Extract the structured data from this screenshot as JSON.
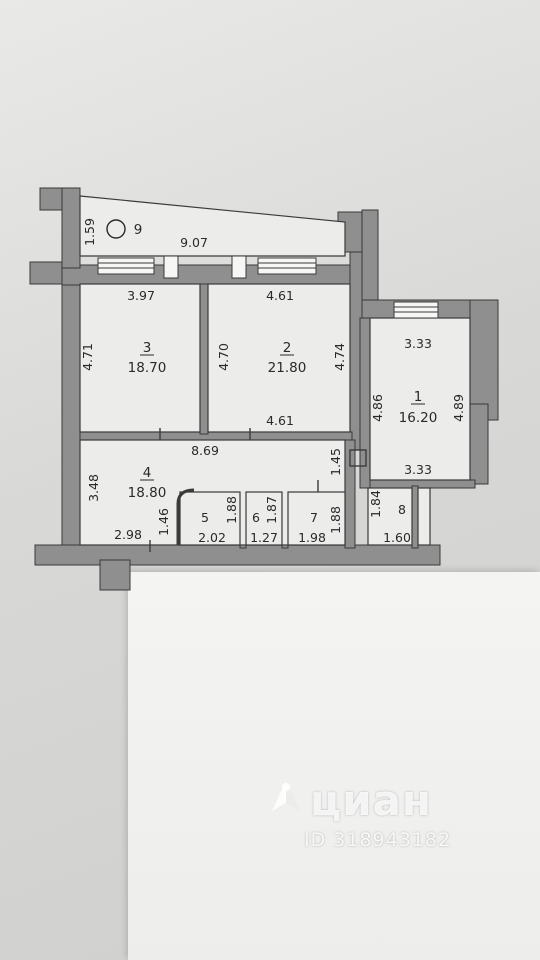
{
  "rooms": [
    {
      "num": "1",
      "area": "16.20"
    },
    {
      "num": "2",
      "area": "21.80"
    },
    {
      "num": "3",
      "area": "18.70"
    },
    {
      "num": "4",
      "area": "18.80"
    },
    {
      "num": "5",
      "area": "2.02"
    },
    {
      "num": "6",
      "area": "1.27"
    },
    {
      "num": "7",
      "area": "1.98"
    },
    {
      "num": "8",
      "area": "1.60"
    },
    {
      "num": "9",
      "area": ""
    }
  ],
  "dimensions": {
    "balcony_depth": "1.59",
    "balcony_length": "9.07",
    "r3_width": "3.97",
    "r3_height": "4.71",
    "r2_width_top": "4.61",
    "r2_width_bottom": "4.61",
    "r2_height_left": "4.70",
    "r2_height_right": "4.74",
    "r1_width_top": "3.33",
    "r1_width_bottom": "3.33",
    "r1_height_left": "4.86",
    "r1_height_right": "4.89",
    "hall_length": "8.69",
    "hall_height": "3.48",
    "hall_width_bottom": "2.98",
    "hall_gap": "1.46",
    "corridor": "1.45",
    "r5_height": "1.88",
    "r6_height": "1.87",
    "r7_height": "1.88",
    "r8_height": "1.84"
  },
  "watermark": {
    "brand": "циан",
    "id": "ID 318943182"
  }
}
